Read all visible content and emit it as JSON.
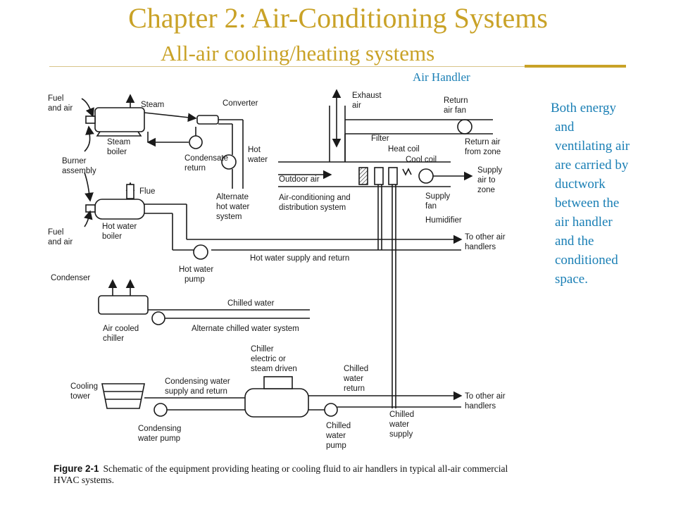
{
  "header": {
    "title": "Chapter 2: Air-Conditioning Systems",
    "subtitle": "All-air cooling/heating systems"
  },
  "callout": {
    "label": "Air Handler"
  },
  "side_note": {
    "lines": [
      "Both energy",
      "and",
      "ventilating air",
      "are carried by",
      "ductwork",
      "between the",
      "air handler",
      "and the",
      "conditioned",
      "space."
    ]
  },
  "diagram": {
    "labels": {
      "fuel_air_top": [
        "Fuel",
        "and air"
      ],
      "steam": "Steam",
      "converter": "Converter",
      "steam_boiler": [
        "Steam",
        "boiler"
      ],
      "condensate_return": [
        "Condensate",
        "return"
      ],
      "hot_water": [
        "Hot",
        "water"
      ],
      "burner_assembly": [
        "Burner",
        "assembly"
      ],
      "flue": "Flue",
      "alternate_hot_water": [
        "Alternate",
        "hot water",
        "system"
      ],
      "fuel_air_bottom": [
        "Fuel",
        "and air"
      ],
      "hot_water_boiler": [
        "Hot water",
        "boiler"
      ],
      "exhaust_air": [
        "Exhaust",
        "air"
      ],
      "return_air_fan": [
        "Return",
        "air fan"
      ],
      "filter": "Filter",
      "heat_coil": "Heat coil",
      "cool_coil": "Cool coil",
      "return_air_zone": [
        "Return air",
        "from zone"
      ],
      "outdoor_air": "Outdoor air",
      "supply_air_zone": [
        "Supply",
        "air to",
        "zone"
      ],
      "ac_distribution": [
        "Air-conditioning and",
        "distribution system"
      ],
      "supply_fan": [
        "Supply",
        "fan"
      ],
      "humidifier": "Humidifier",
      "other_air_handlers_1": [
        "To other air",
        "handlers"
      ],
      "hot_water_supply_return": "Hot water supply and return",
      "hot_water_pump": [
        "Hot water",
        "pump"
      ],
      "condenser": "Condenser",
      "chilled_water": "Chilled water",
      "air_cooled_chiller": [
        "Air cooled",
        "chiller"
      ],
      "alternate_chilled_water": "Alternate chilled water system",
      "chiller_driven": [
        "Chiller",
        "electric or",
        "steam driven"
      ],
      "chilled_water_return": [
        "Chilled",
        "water",
        "return"
      ],
      "cooling_tower": [
        "Cooling",
        "tower"
      ],
      "condensing_water_supply": [
        "Condensing water",
        "supply and return"
      ],
      "other_air_handlers_2": [
        "To other air",
        "handlers"
      ],
      "condensing_water_pump": [
        "Condensing",
        "water pump"
      ],
      "chilled_water_pump": [
        "Chilled",
        "water",
        "pump"
      ],
      "chilled_water_supply": [
        "Chilled",
        "water",
        "supply"
      ]
    }
  },
  "caption": {
    "figure": "Figure 2-1",
    "text": "Schematic of the equipment providing heating or cooling fluid to air handlers in typical all-air commercial HVAC systems."
  }
}
